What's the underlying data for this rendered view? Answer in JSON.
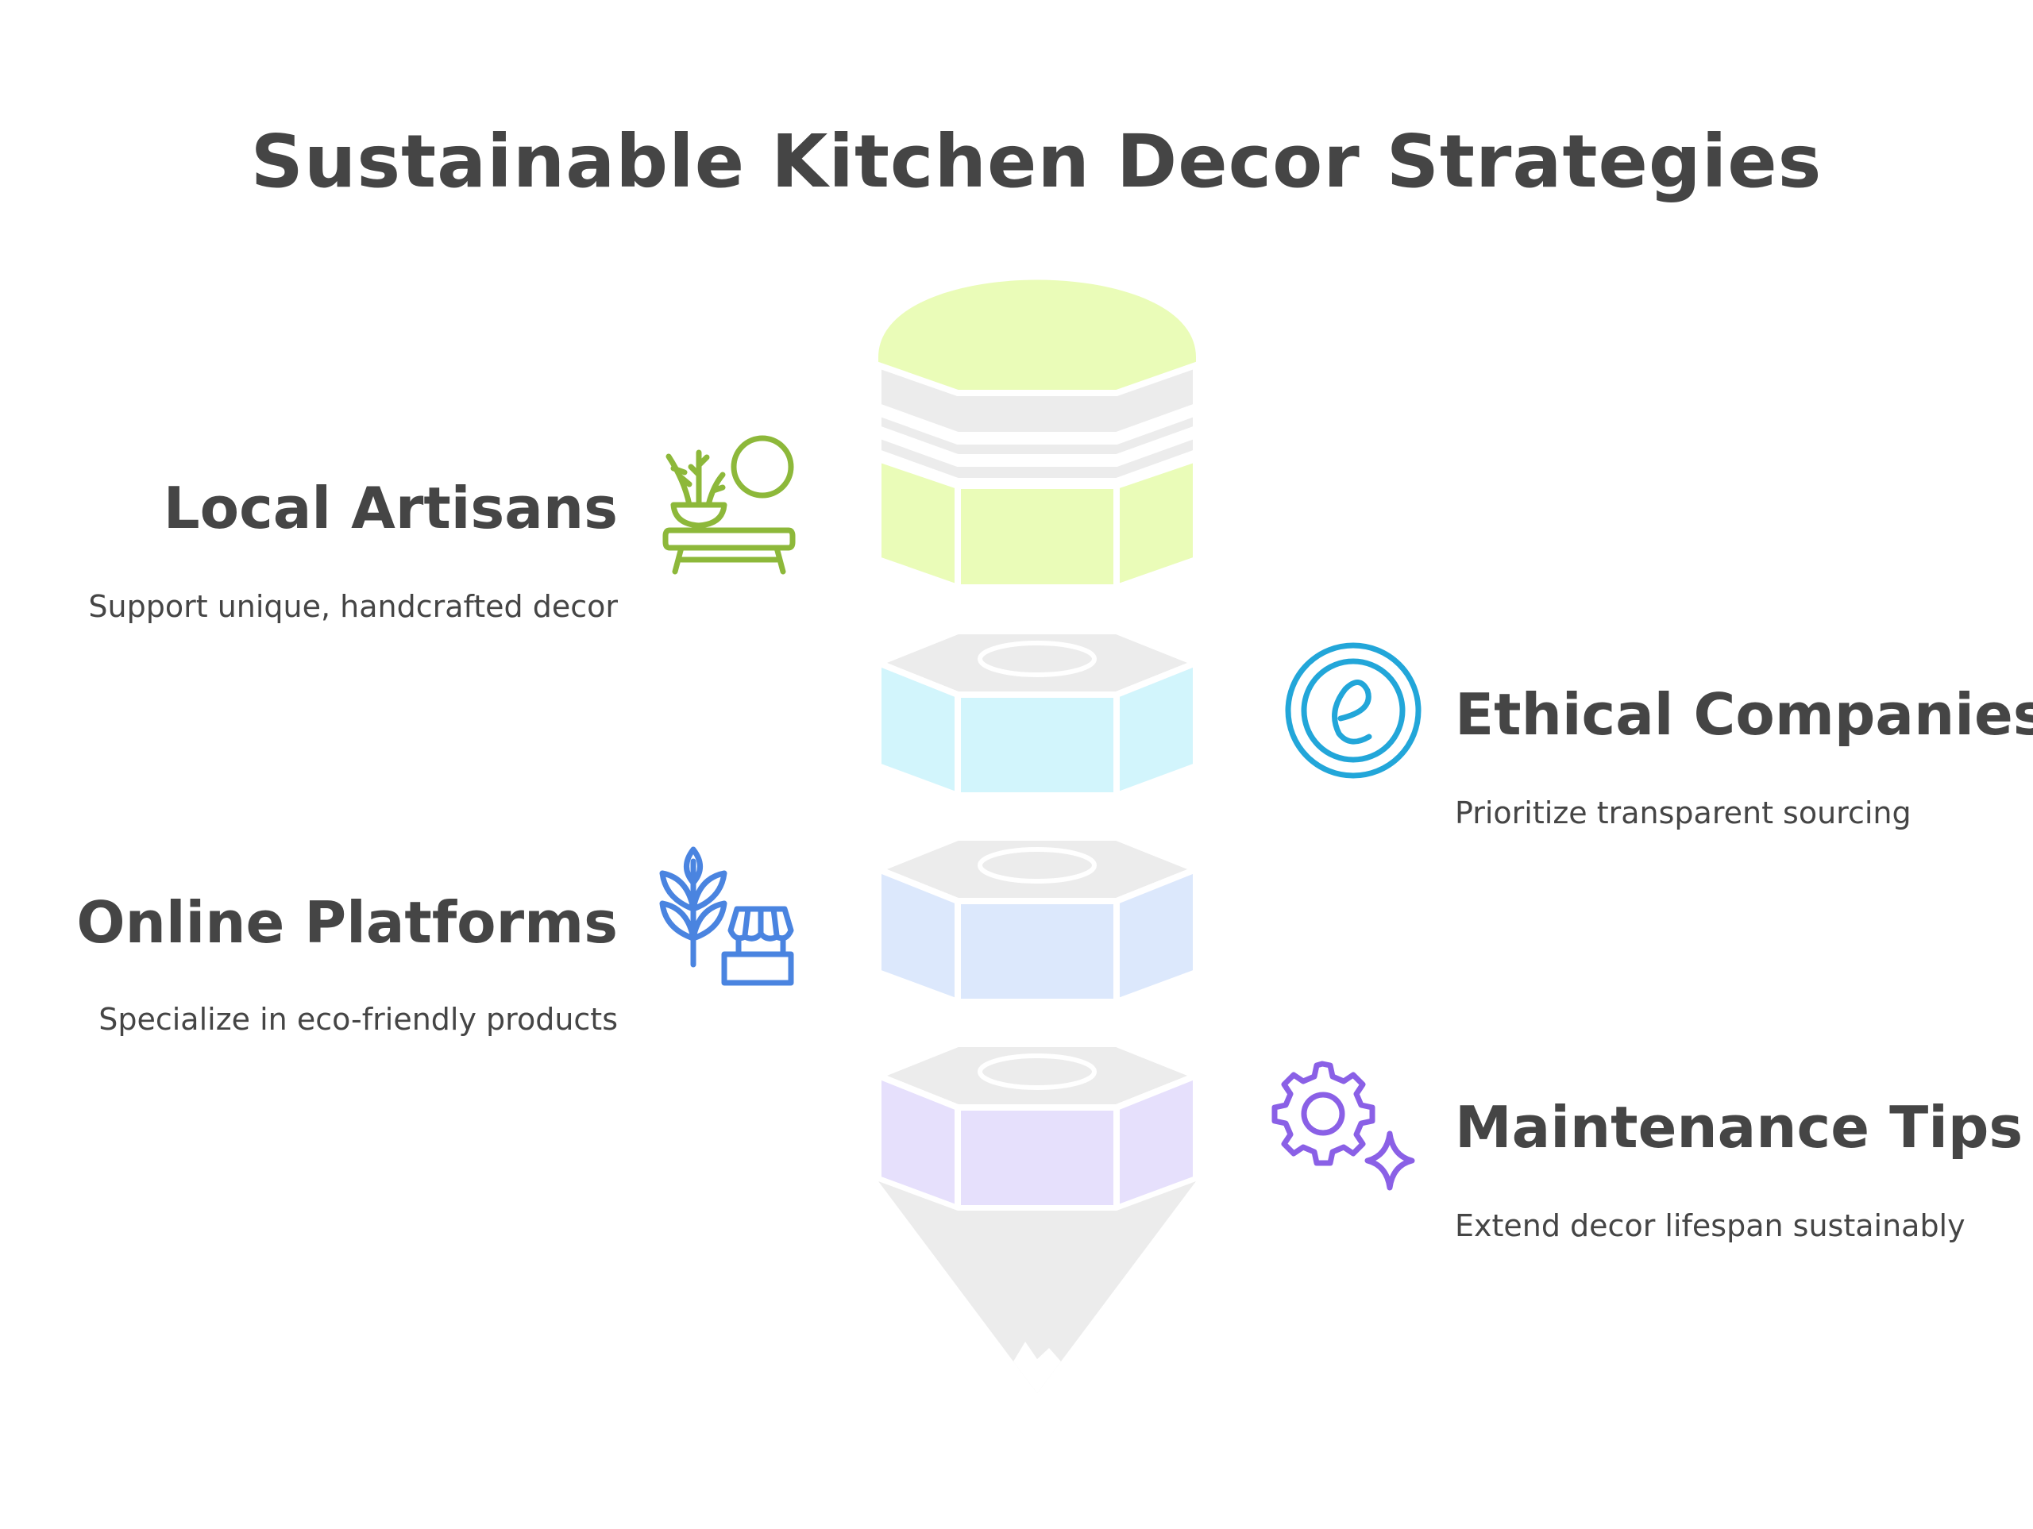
{
  "title": "Sustainable Kitchen Decor Strategies",
  "items": [
    {
      "heading": "Local Artisans",
      "description": "Support unique, handcrafted decor",
      "icon": "plant-bench-icon",
      "color": "#8DB83A",
      "fill": "#EAFCB8"
    },
    {
      "heading": "Ethical Companies",
      "description": "Prioritize transparent sourcing",
      "icon": "ethical-e-icon",
      "color": "#22A6D9",
      "fill": "#D2F5FC"
    },
    {
      "heading": "Online Platforms",
      "description": "Specialize in eco-friendly products",
      "icon": "wheat-shop-icon",
      "color": "#4A84E0",
      "fill": "#DCE8FC"
    },
    {
      "heading": "Maintenance Tips",
      "description": "Extend decor lifespan sustainably",
      "icon": "gear-sparkle-icon",
      "color": "#8A60E6",
      "fill": "#E6E0FC"
    }
  ]
}
